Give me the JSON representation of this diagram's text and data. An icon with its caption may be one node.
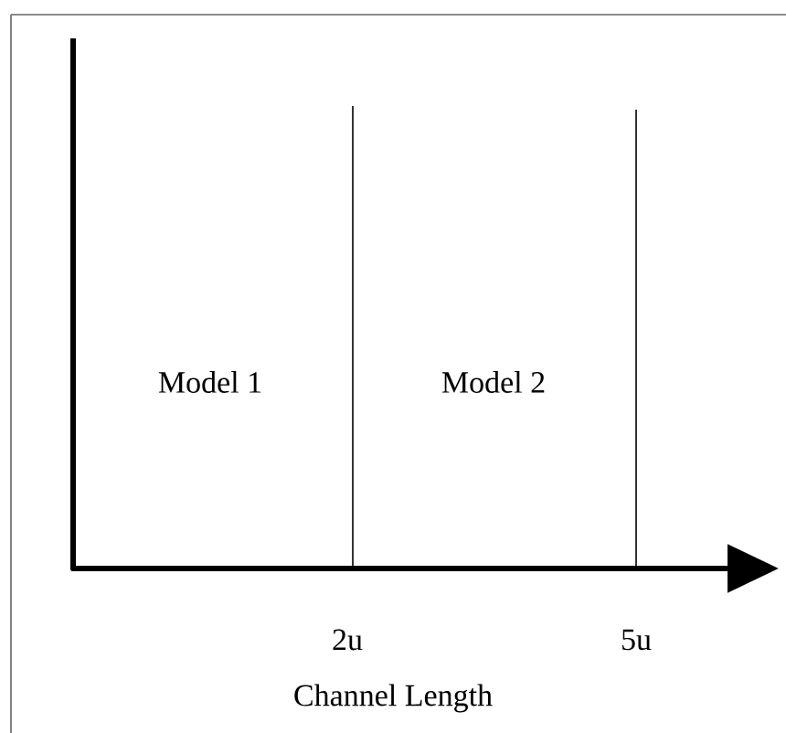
{
  "diagram": {
    "labels": [
      "Model 1",
      "Model 2",
      "2u",
      "5u",
      "Channel Length"
    ]
  }
}
